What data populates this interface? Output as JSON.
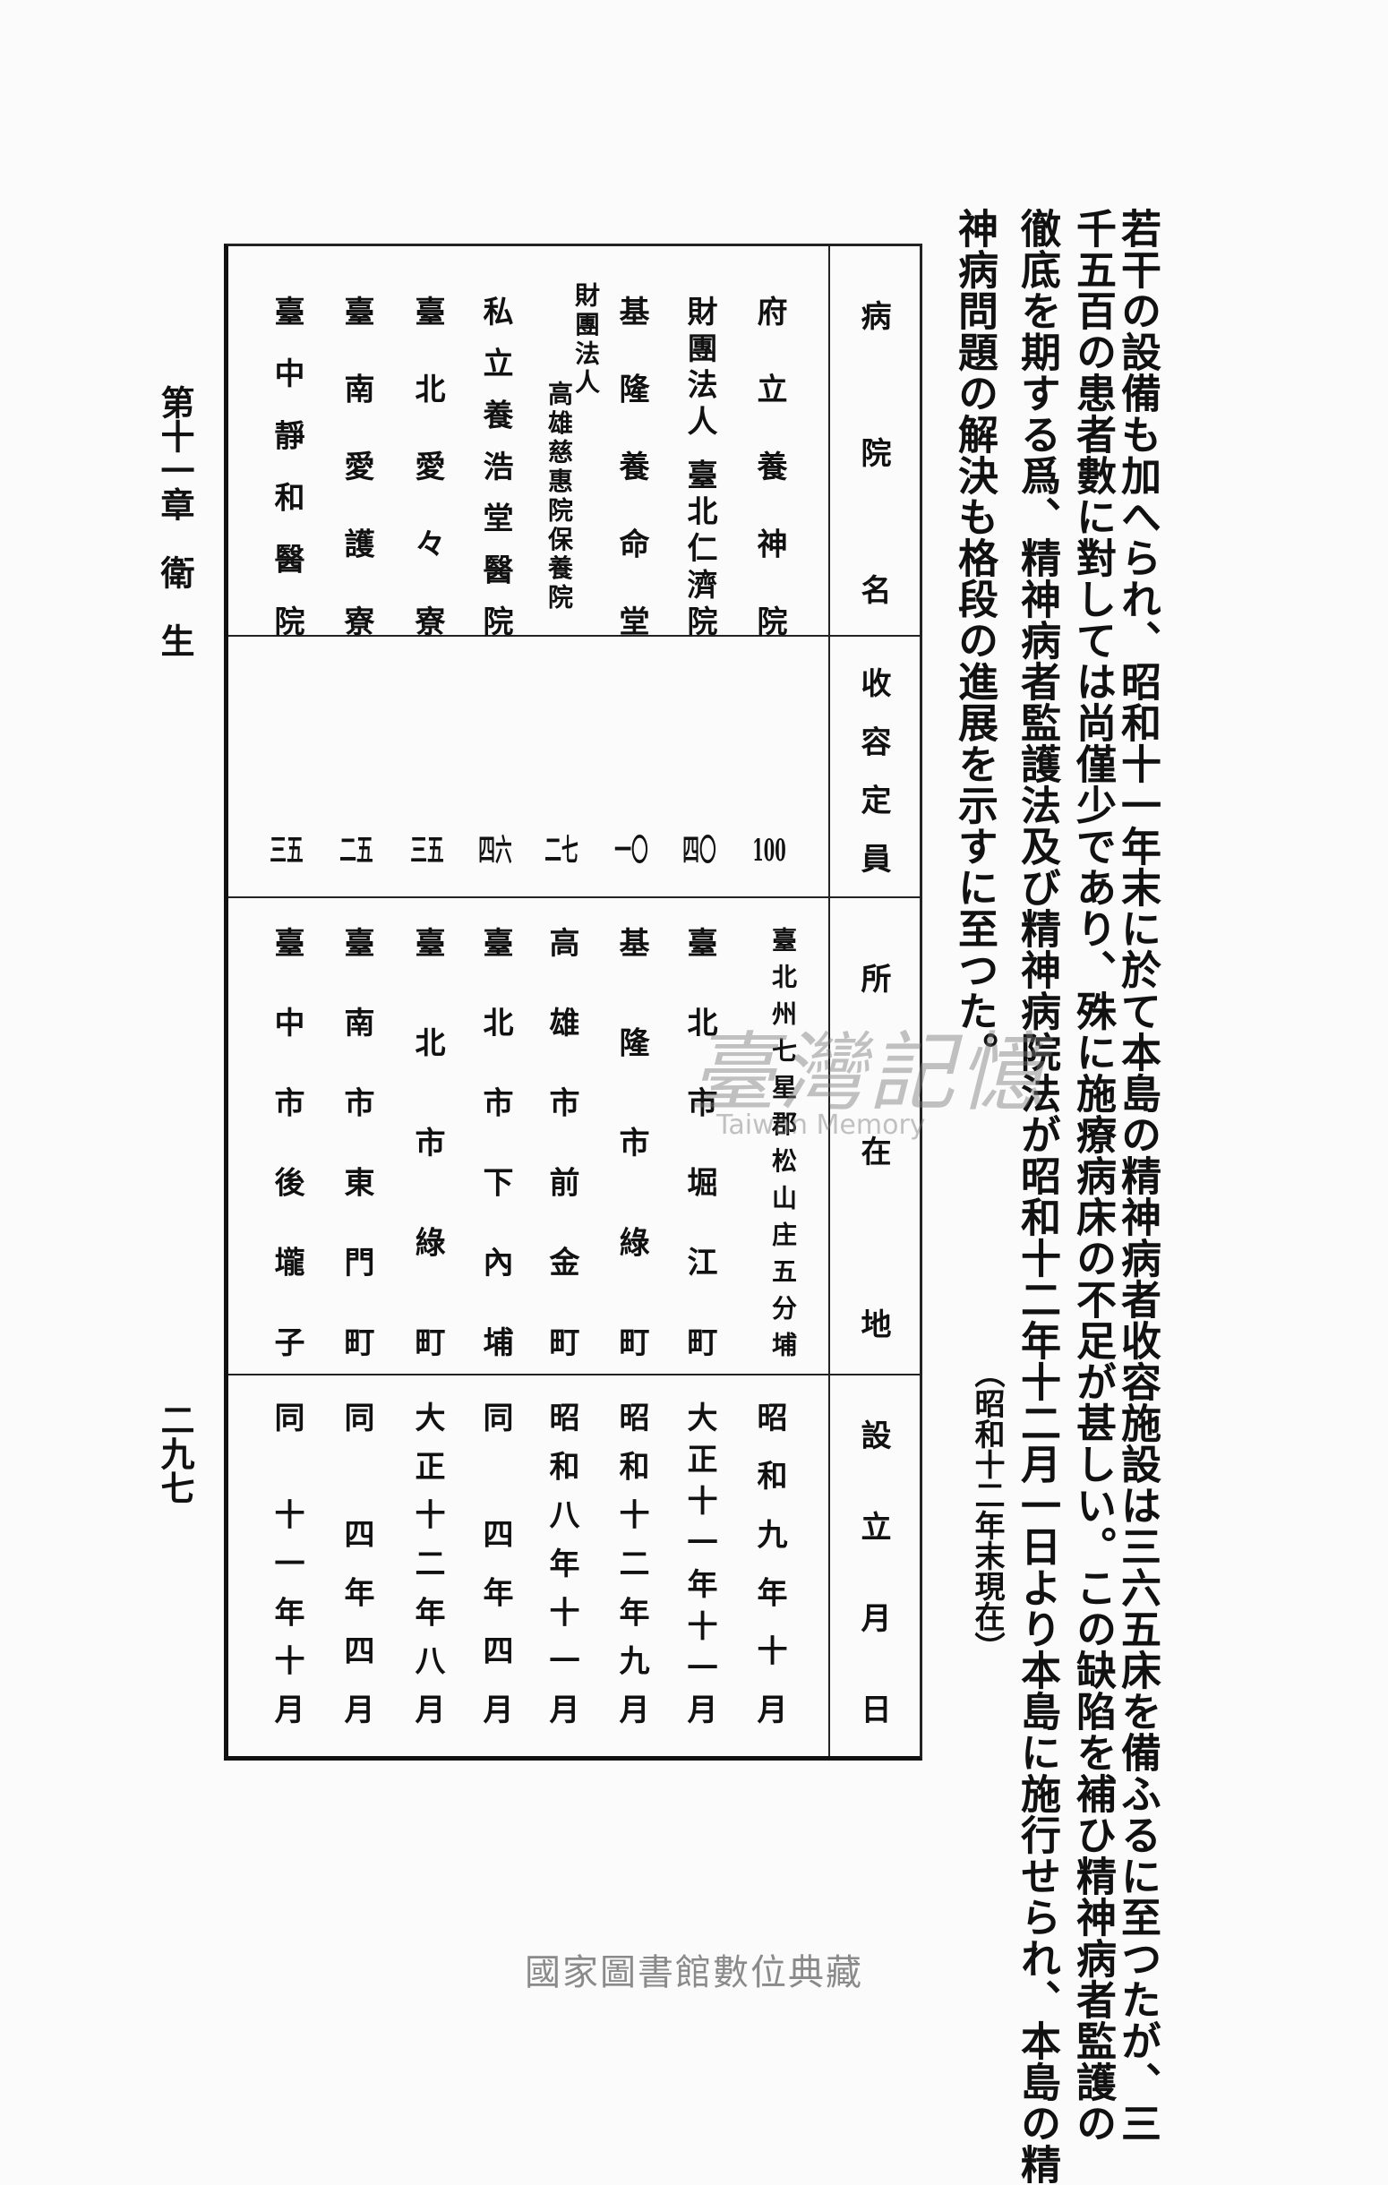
{
  "body_text": [
    "若干の設備も加へられ、昭和十一年末に於て本島の精神病者收容施設は三六五床を備ふるに至つたが、三",
    "千五百の患者數に對しては尚僅少であり、殊に施療病床の不足が甚しい。この缺陷を補ひ精神病者監護の",
    "徹底を期する爲、精神病者監護法及び精神病院法が昭和十二年十二月一日より本島に施行せられ、本島の精",
    "神病問題の解決も格段の進展を示すに至つた。"
  ],
  "table_note": "（昭和十二年末現在）",
  "table": {
    "headers": [
      "病院名",
      "收容定員",
      "所在地",
      "設立月日"
    ],
    "rows": [
      {
        "name": "府立養神院",
        "capacity": "100",
        "location": "臺北州七星郡松山庄五分埔",
        "founded": "昭和九年十月"
      },
      {
        "name": "財團法人 臺北仁濟院",
        "capacity": "四〇",
        "location": "臺北市堀江町",
        "founded": "大正十一年十一月"
      },
      {
        "name": "基隆養命堂",
        "capacity": "一〇",
        "location": "基隆市綠町",
        "founded": "昭和十二年九月"
      },
      {
        "name_prefix": "財團法人",
        "name": "高雄慈惠院保養院",
        "capacity": "二七",
        "location": "高雄市前金町",
        "founded": "昭和八年十一月"
      },
      {
        "name": "私立養浩堂醫院",
        "capacity": "四六",
        "location": "臺北市下內埔",
        "founded": "同　四年四月"
      },
      {
        "name": "臺北愛々寮",
        "capacity": "三五",
        "location": "臺北市綠町",
        "founded": "大正十二年八月"
      },
      {
        "name": "臺南愛護寮",
        "capacity": "二五",
        "location": "臺南市東門町",
        "founded": "同　四年四月"
      },
      {
        "name": "臺中靜和醫院",
        "capacity": "三五",
        "location": "臺中市後壠子",
        "founded": "同　十一年十月"
      }
    ]
  },
  "footer": {
    "chapter": "第十一章　衛　生",
    "page_number": "二九七"
  },
  "watermark": {
    "main": "臺灣記憶",
    "sub": "Taiwan Memory"
  },
  "library_credit": "國家圖書館數位典藏"
}
